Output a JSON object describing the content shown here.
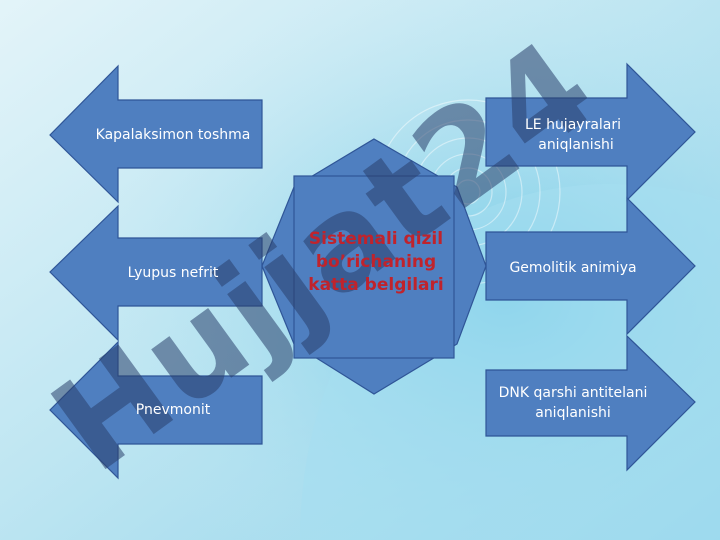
{
  "diagram": {
    "center": {
      "lines": [
        "Sistemali qizil",
        "bo’richaning",
        "katta belgilari"
      ]
    },
    "left_arrows": [
      {
        "label": "Kapalaksimon toshma"
      },
      {
        "label": "Lyupus nefrit"
      },
      {
        "label": "Pnevmonit"
      }
    ],
    "right_arrows": [
      {
        "lines": [
          "LE hujayralari",
          "aniqlanishi"
        ]
      },
      {
        "lines": [
          "Gemolitik animiya"
        ]
      },
      {
        "lines": [
          "DNK qarshi antitelani",
          "aniqlanishi"
        ]
      }
    ]
  },
  "watermark": {
    "text": "Hujjat24"
  },
  "colors": {
    "arrow_fill": "#4f7fc0",
    "arrow_stroke": "#2f5597",
    "center_text": "#c0232c",
    "background_light": "#d8f0f7",
    "background_accent": "#7fcfe6"
  }
}
